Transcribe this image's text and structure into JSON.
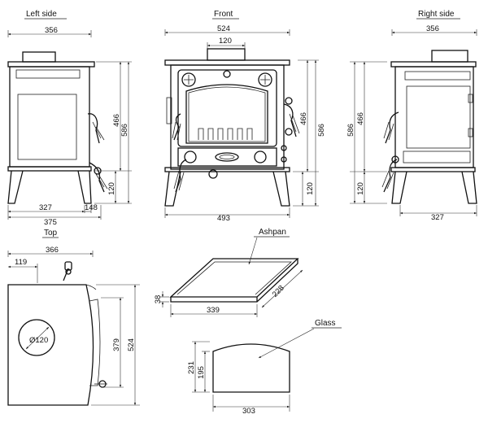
{
  "views": {
    "left_side": {
      "title": "Left side",
      "width_top": "356",
      "height_body": "466",
      "height_total": "586",
      "legs": "120",
      "width_bottom": "327",
      "width_overall": "375",
      "offset": "148"
    },
    "front": {
      "title": "Front",
      "width_top": "524",
      "flue": "120",
      "height_body": "466",
      "height_total": "586",
      "legs": "120",
      "width_bottom": "493"
    },
    "right_side": {
      "title": "Right side",
      "width_top": "356",
      "height_total": "586",
      "height_body": "466",
      "legs": "120",
      "width_bottom": "327"
    },
    "top": {
      "title": "Top",
      "width": "366",
      "flue_offset": "119",
      "flue_diameter": "Ø120",
      "depth": "524",
      "depth_inner": "379"
    },
    "ashpan": {
      "title": "Ashpan",
      "height": "38",
      "width": "339",
      "depth": "228"
    },
    "glass": {
      "title": "Glass",
      "height_total": "231",
      "height_side": "195",
      "width": "303"
    }
  }
}
